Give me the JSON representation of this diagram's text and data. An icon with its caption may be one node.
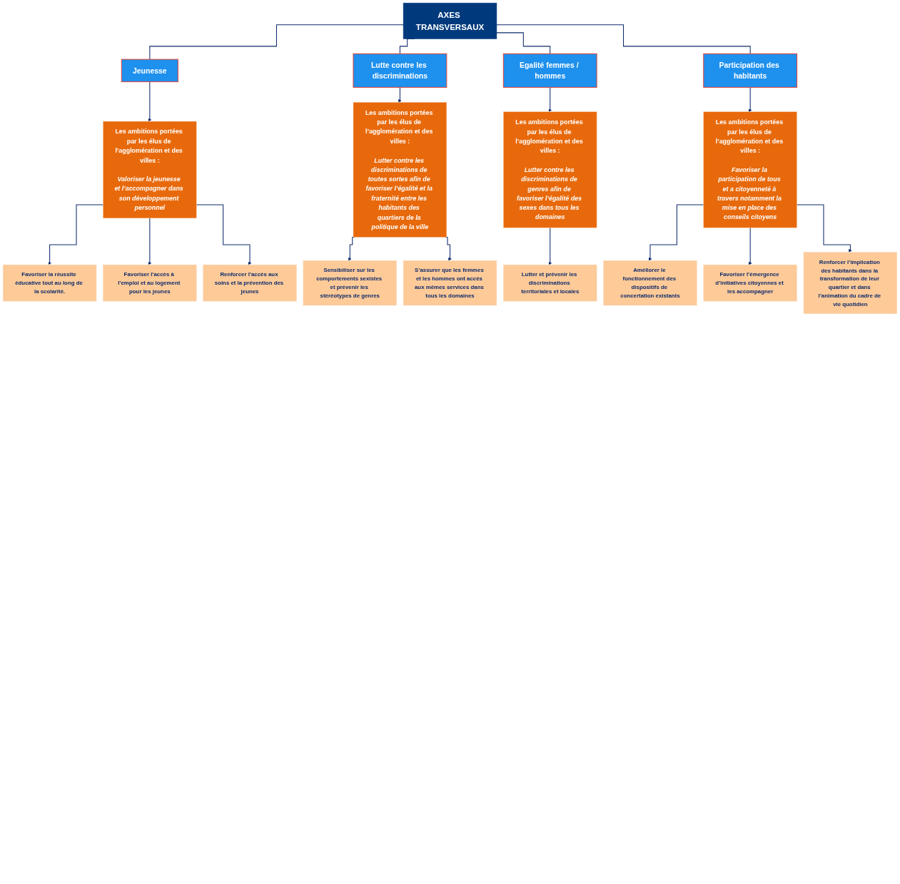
{
  "diagram": {
    "nodes": [
      {
        "text": [
          "AXES TRANSVERSAUX"
        ]
      },
      {
        "text": [
          "Jeunesse"
        ]
      },
      {
        "text": [
          "Lutte contre les discriminations"
        ]
      },
      {
        "text": [
          "Egalité femmes / hommes"
        ]
      },
      {
        "text": [
          "Participation des habitants"
        ]
      },
      {
        "text": [
          "Les ambitions portées par les élus de l’agglomération et des villes :",
          "Valoriser la jeunesse et l’accompagner dans son développement personnel"
        ]
      },
      {
        "text": [
          "Les ambitions portées par les élus de l’agglomération et des villes :",
          "Lutter contre les discriminations de toutes sortes afin de favoriser l’égalité et la fraternité entre les habitants des quartiers de la politique de la ville"
        ]
      },
      {
        "text": [
          "Les ambitions portées par les élus de l’agglomération et des villes :",
          "Lutter contre les discriminations de genres afin de favoriser l’égalité des sexes dans tous les domaines"
        ]
      },
      {
        "text": [
          "Les ambitions portées par les élus de l’agglomération et des villes :",
          "Favoriser la participation de tous et a citoyenneté à travers notamment la mise en place des conseils citoyens"
        ]
      },
      {
        "text": [
          "Favoriser la réussite éducative tout au long de la scolarité."
        ]
      },
      {
        "text": [
          "Favoriser l’accès à l’emploi et au logement pour les jeunes"
        ]
      },
      {
        "text": [
          "Renforcer l’accès aux soins et la prévention des jeunes"
        ]
      },
      {
        "text": [
          "Sensibiliser sur les comportements sexistes et prévenir les stéréotypes de genres"
        ]
      },
      {
        "text": [
          "S’assurer que les femmes et les hommes ont accès aux mêmes services dans tous les domaines"
        ]
      },
      {
        "text": [
          "Lutter et prévenir les discriminations territoriales et locales"
        ]
      },
      {
        "text": [
          "Améliorer le fonctionnement des dispositifs de concertation existants"
        ]
      },
      {
        "text": [
          "Favoriser l’émergence d’initiatives citoyennes et les accompagner"
        ]
      },
      {
        "text": [
          "Renforcer l’implication des habitants dans la transformation de leur quartier et dans l’animation du cadre de vie quotidien"
        ]
      }
    ],
    "edges": [
      {
        "from": 0,
        "to": 1,
        "arrow": "none"
      },
      {
        "from": 0,
        "to": 2,
        "arrow": "none"
      },
      {
        "from": 0,
        "to": 3,
        "arrow": "none"
      },
      {
        "from": 0,
        "to": 4,
        "arrow": "none"
      },
      {
        "from": 1,
        "to": 5,
        "arrow": "to"
      },
      {
        "from": 2,
        "to": 6,
        "arrow": "to"
      },
      {
        "from": 3,
        "to": 7,
        "arrow": "to"
      },
      {
        "from": 4,
        "to": 8,
        "arrow": "to"
      },
      {
        "from": 5,
        "to": 9,
        "arrow": "to"
      },
      {
        "from": 5,
        "to": 10,
        "arrow": "to"
      },
      {
        "from": 5,
        "to": 11,
        "arrow": "to"
      },
      {
        "from": 6,
        "to": 12,
        "arrow": "to"
      },
      {
        "from": 6,
        "to": 13,
        "arrow": "to"
      },
      {
        "from": 7,
        "to": 14,
        "arrow": "to"
      },
      {
        "from": 8,
        "to": 15,
        "arrow": "to"
      },
      {
        "from": 8,
        "to": 16,
        "arrow": "to"
      },
      {
        "from": 8,
        "to": 17,
        "arrow": "to"
      }
    ]
  }
}
